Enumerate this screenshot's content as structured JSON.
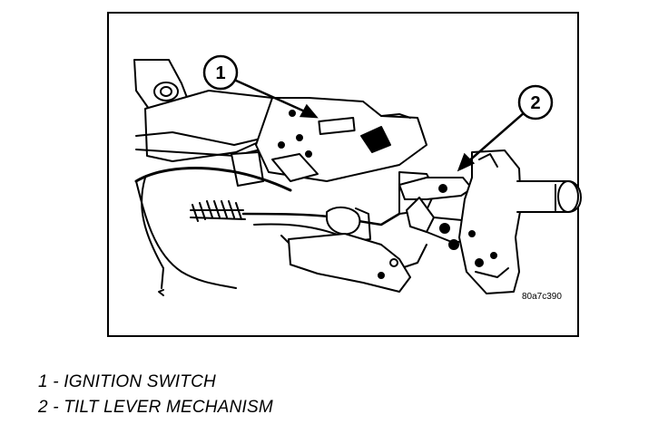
{
  "callouts": [
    {
      "number": "1"
    },
    {
      "number": "2"
    }
  ],
  "figure_code": "80a7c390",
  "legend": [
    {
      "text": "1 - IGNITION SWITCH"
    },
    {
      "text": "2 - TILT LEVER MECHANISM"
    }
  ]
}
